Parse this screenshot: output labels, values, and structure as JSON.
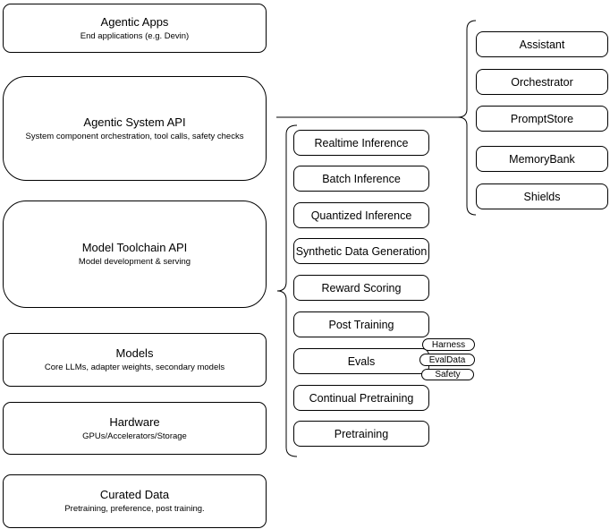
{
  "diagram": {
    "layers": [
      {
        "title": "Agentic Apps",
        "subtitle": "End applications (e.g. Devin)"
      },
      {
        "title": "Agentic System API",
        "subtitle": "System component orchestration, tool calls, safety checks"
      },
      {
        "title": "Model Toolchain API",
        "subtitle": "Model development & serving"
      },
      {
        "title": "Models",
        "subtitle": "Core LLMs, adapter weights, secondary models"
      },
      {
        "title": "Hardware",
        "subtitle": "GPUs/Accelerators/Storage"
      },
      {
        "title": "Curated Data",
        "subtitle": "Pretraining, preference, post training."
      }
    ],
    "toolchain_items": [
      "Realtime Inference",
      "Batch Inference",
      "Quantized Inference",
      "Synthetic Data Generation",
      "Reward Scoring",
      "Post Training",
      "Evals",
      "Continual Pretraining",
      "Pretraining"
    ],
    "eval_tags": [
      "Harness",
      "EvalData",
      "Safety"
    ],
    "system_components": [
      "Assistant",
      "Orchestrator",
      "PromptStore",
      "MemoryBank",
      "Shields"
    ],
    "colors": {
      "stroke": "#000000",
      "fill": "#ffffff",
      "text": "#000000"
    }
  }
}
